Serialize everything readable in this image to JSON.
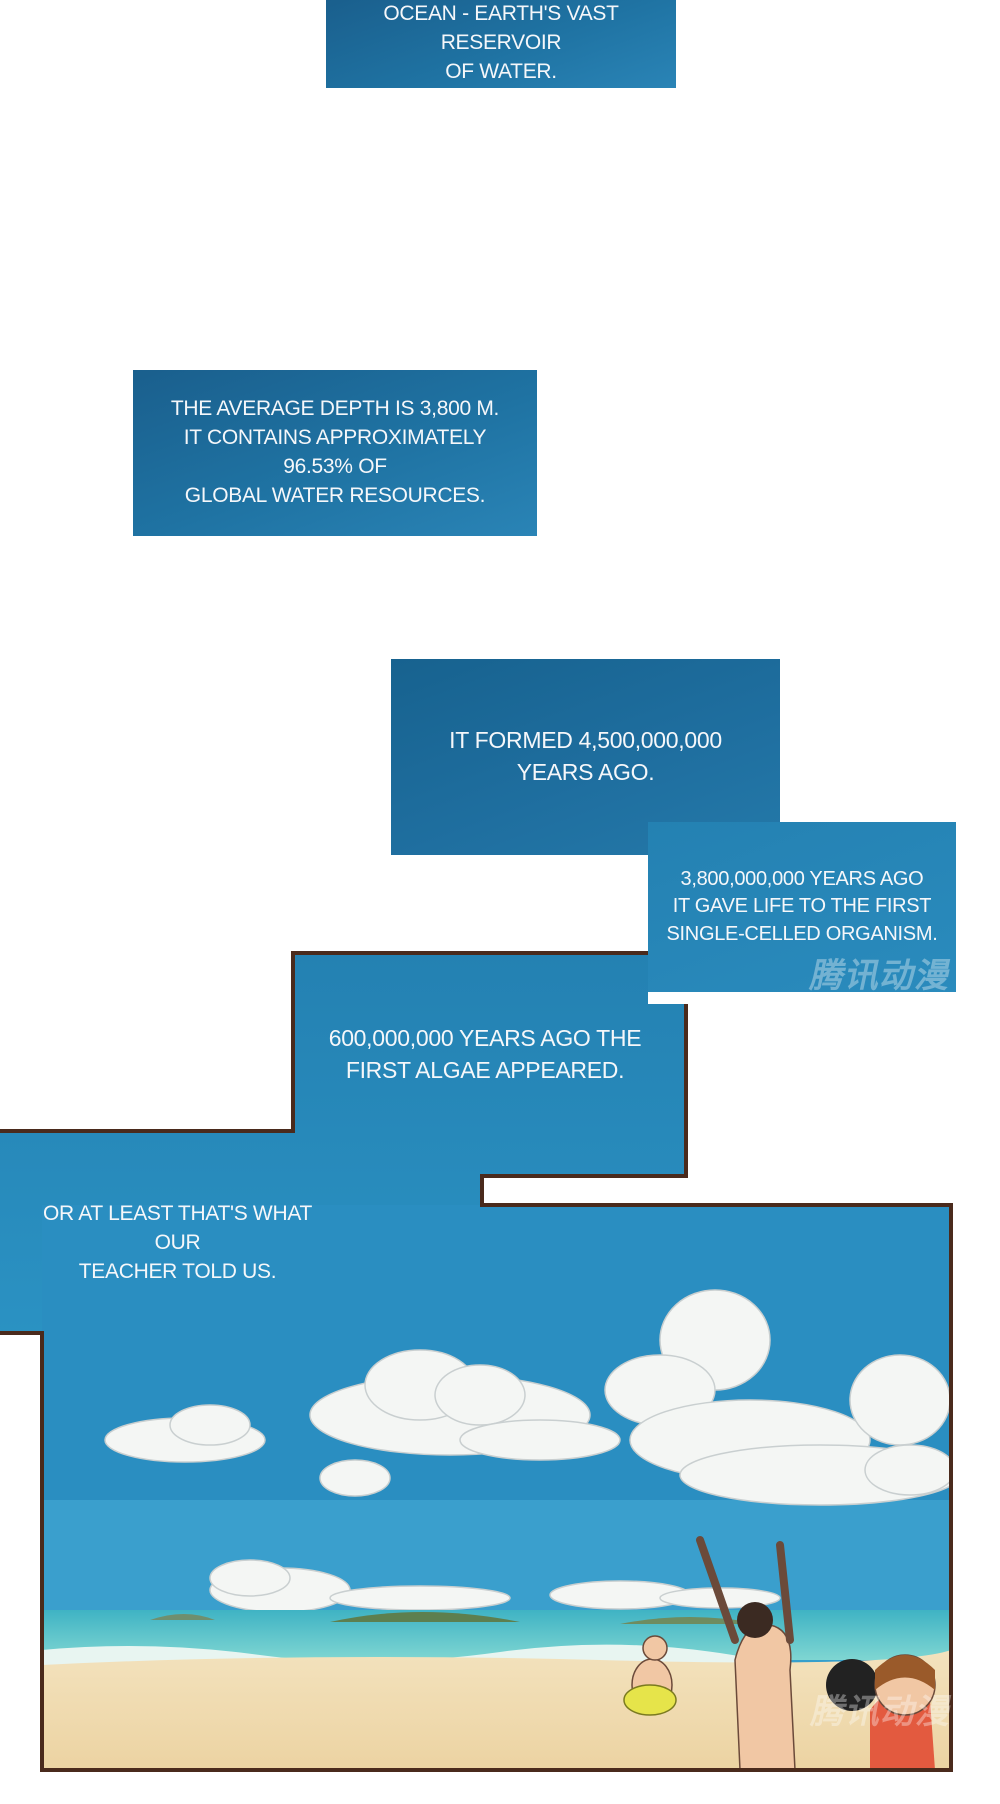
{
  "captions": {
    "ocean": [
      "OCEAN - EARTH'S VAST RESERVOIR",
      "OF WATER."
    ],
    "depth": [
      "THE AVERAGE DEPTH IS 3,800 M.",
      "IT CONTAINS APPROXIMATELY 96.53% OF",
      "GLOBAL WATER RESOURCES."
    ],
    "formed": [
      "IT FORMED 4,500,000,000",
      "YEARS AGO."
    ],
    "celled": [
      "3,800,000,000 YEARS AGO",
      "IT GAVE LIFE TO THE FIRST",
      "SINGLE-CELLED ORGANISM."
    ],
    "algae": [
      "600,000,000 YEARS AGO THE",
      "FIRST ALGAE APPEARED."
    ],
    "teacher": [
      "OR AT LEAST THAT'S WHAT OUR",
      "TEACHER TOLD US."
    ]
  },
  "watermark": "腾讯动漫",
  "colors": {
    "caption_blue": "#1f6fa0",
    "sky_blue": "#2a8fc0",
    "panel_border": "#4a2a1c",
    "sand": "#f1ddb4",
    "sea": "#4fc3c8"
  }
}
